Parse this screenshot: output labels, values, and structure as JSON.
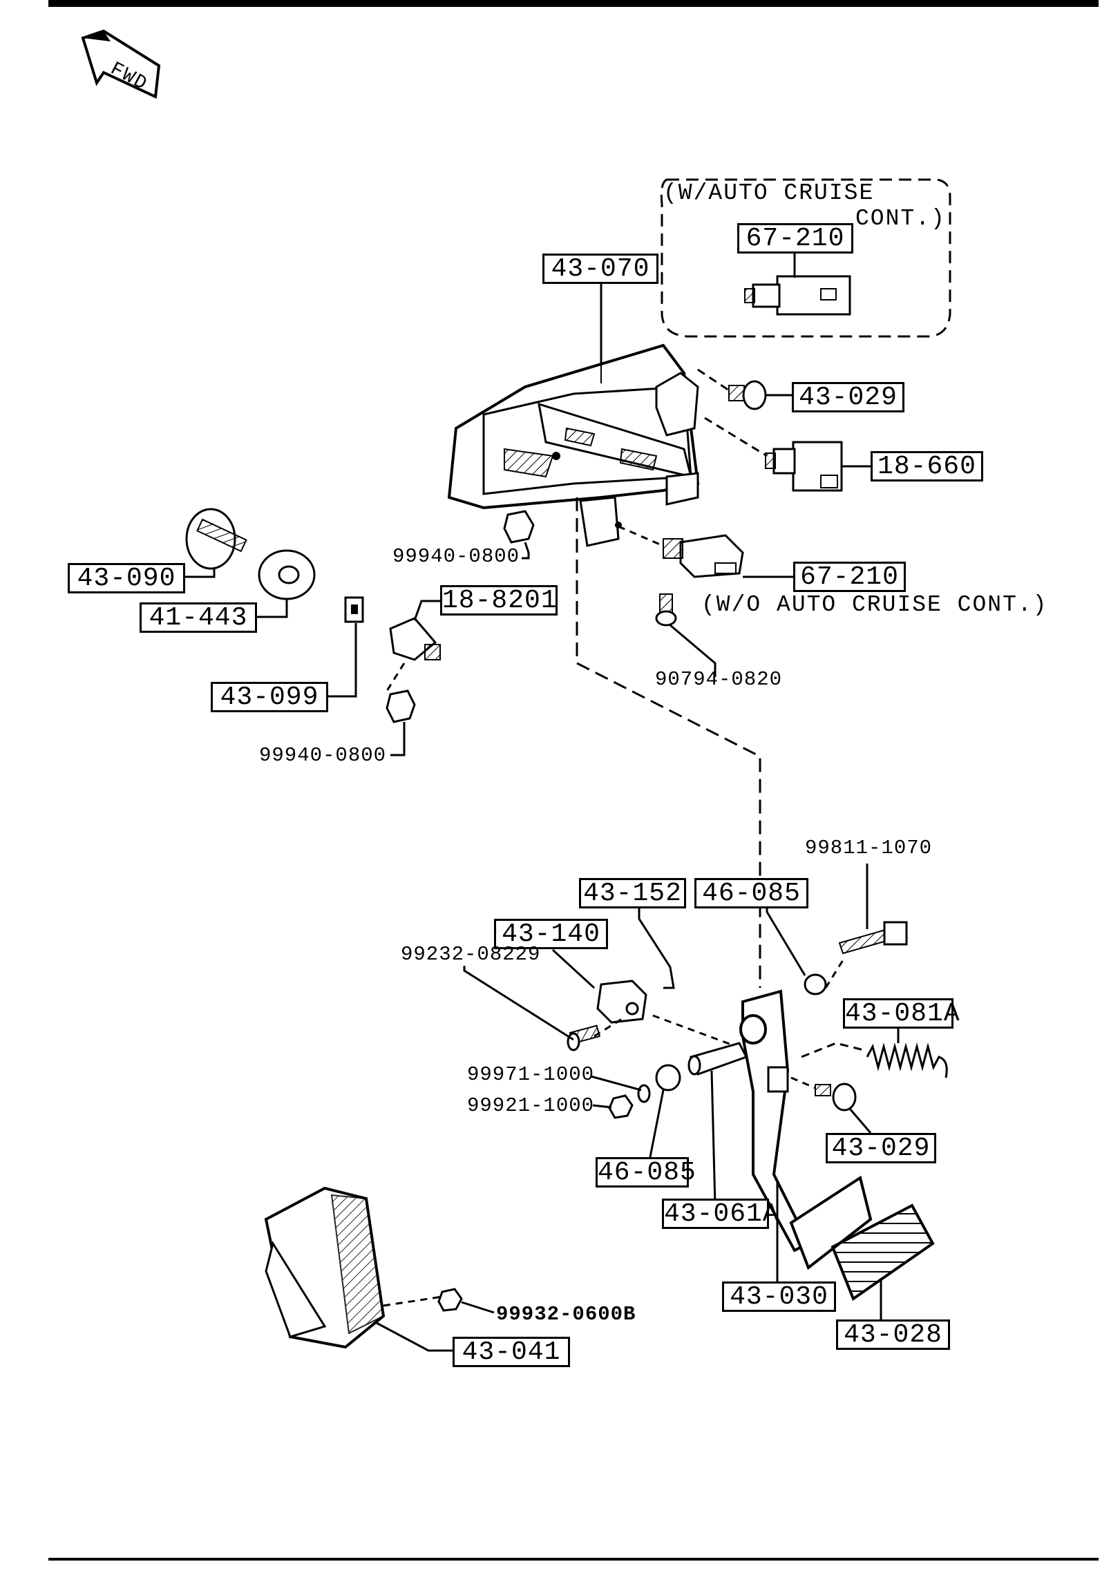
{
  "fwd_label": "FWD",
  "variant_top": {
    "line1": "(W/AUTO CRUISE",
    "line2": "CONT.)"
  },
  "variant_side": "(W/O AUTO CRUISE CONT.)",
  "callouts": {
    "b_67210_top": "67-210",
    "b_43070": "43-070",
    "b_43029_top": "43-029",
    "b_18660": "18-660",
    "b_67210_side": "67-210",
    "b_43090": "43-090",
    "b_41443": "41-443",
    "b_188201": "18-8201",
    "b_43099": "43-099",
    "b_43152": "43-152",
    "b_46085_top": "46-085",
    "b_43140": "43-140",
    "b_43081A": "43-081A",
    "b_43029_bot": "43-029",
    "b_46085_bot": "46-085",
    "b_43061A": "43-061A",
    "b_43030": "43-030",
    "b_43028": "43-028",
    "b_43041": "43-041"
  },
  "part_numbers": {
    "n_99940_a": "99940-0800",
    "n_90794": "90794-0820",
    "n_99940_b": "99940-0800",
    "n_99811": "99811-1070",
    "n_99232": "99232-08229",
    "n_99971": "99971-1000",
    "n_99921": "99921-1000",
    "n_99932": "99932-0600B"
  }
}
